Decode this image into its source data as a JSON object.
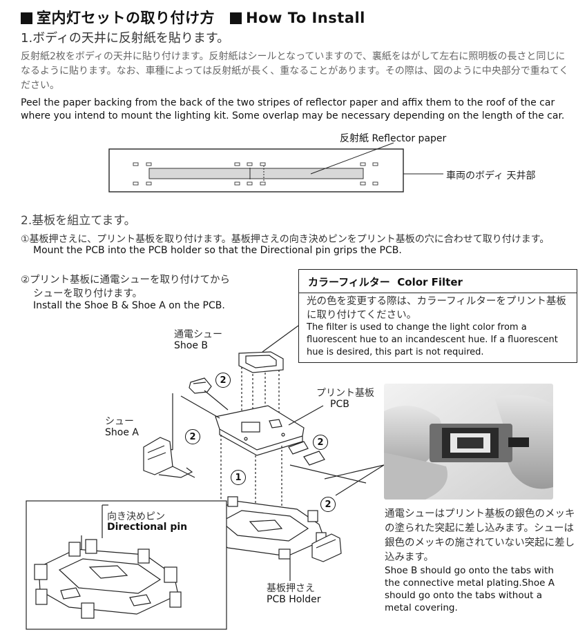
{
  "header": {
    "title_jp": "室内灯セットの取り付け方",
    "title_en": "How To Install"
  },
  "step1": {
    "heading": "1.ボディの天井に反射紙を貼ります。",
    "jp_text": "反射紙2枚をボディの天井に貼り付けます。反射紙はシールとなっていますので、裏紙をはがして左右に照明板の長さと同じになるように貼ります。なお、車種によっては反射紙が長く、重なることがあります。その際は、図のように中央部分で重ねてください。",
    "en_text": "Peel the paper backing from the back of the two stripes of reflector paper and affix them to the roof of the car where you intend to mount the lighting kit. Some overlap may be necessary depending on the length of the car.",
    "label_reflector": "反射紙  Reflector paper",
    "label_body": "車両のボディ 天井部"
  },
  "step2": {
    "heading": "2.基板を組立てます。",
    "item1_jp": "①基板押さえに、プリント基板を取り付けます。基板押さえの向き決めピンをプリント基板の穴に合わせて取り付けます。",
    "item1_en": "Mount the PCB into the PCB holder so that the Directional pin grips the PCB.",
    "item2_jp_line1": "②プリント基板に通電シューを取り付けてから",
    "item2_jp_line2": "シューを取り付けます。",
    "item2_en": "Install the Shoe B & Shoe A on the PCB."
  },
  "color_filter": {
    "title_jp": "カラーフィルター",
    "title_en": "Color Filter",
    "jp_text": "光の色を変更する際は、カラーフィルターをプリント基板に取り付けてください。",
    "en_text": "The filter is used to change the light color from a fluorescent hue to an incandescent hue.  If a fluorescent hue is desired, this part is not required."
  },
  "labels": {
    "shoe_b_jp": "通電シュー",
    "shoe_b_en": "Shoe B",
    "pcb_jp": "プリント基板",
    "pcb_en": "PCB",
    "shoe_a_jp": "シュー",
    "shoe_a_en": "Shoe A",
    "directional_jp": "向き決めピン",
    "directional_en": "Directional pin",
    "holder_jp": "基板押さえ",
    "holder_en": "PCB Holder",
    "step_num_1": "1",
    "step_num_2": "2"
  },
  "shoe_note": {
    "jp_text": "通電シューはプリント基板の銀色のメッキの塗られた突起に差し込みます。シューは銀色のメッキの施されていない突起に差し込みます。",
    "en_text": "Shoe B should go onto the tabs with the connective metal plating.Shoe A should go onto the tabs without a metal covering."
  }
}
